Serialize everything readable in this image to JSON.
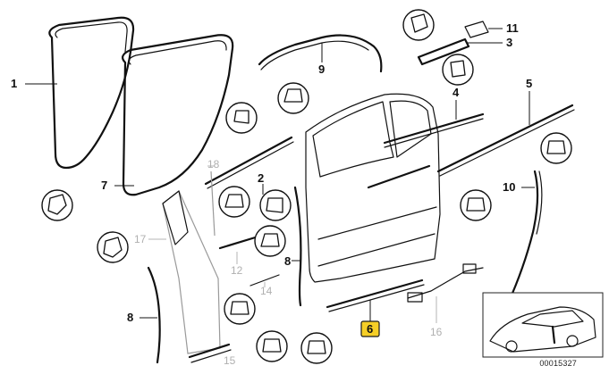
{
  "diagram": {
    "labels": {
      "p1": "1",
      "p2": "2",
      "p3": "3",
      "p4": "4",
      "p5": "5",
      "p6": "6",
      "p7": "7",
      "p8a": "8",
      "p8b": "8",
      "p9": "9",
      "p10": "10",
      "p11": "11",
      "p12": "12",
      "p14": "14",
      "p15": "15",
      "p16": "16",
      "p17": "17",
      "p18": "18"
    },
    "highlighted_part": "6",
    "highlight_color": "#f6cf27",
    "drawing_number": "00015327"
  }
}
